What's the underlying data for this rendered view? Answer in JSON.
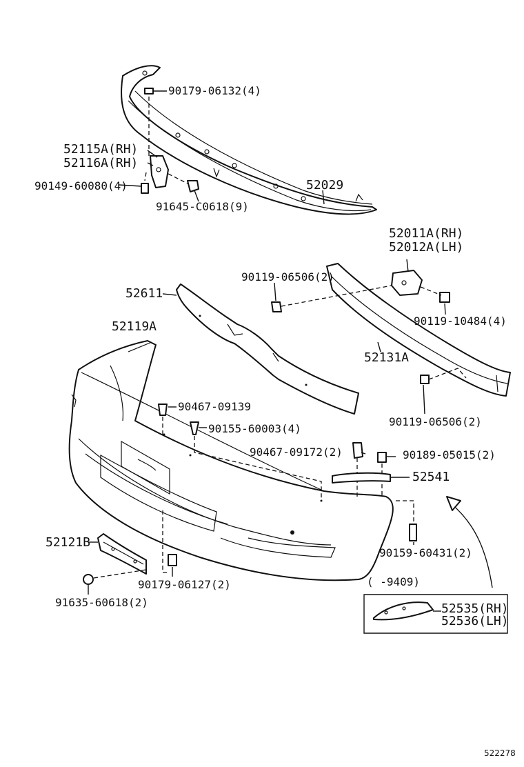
{
  "diagram_id": "522278",
  "callouts": {
    "c01": "90179-06132(4)",
    "c02": "52115A(RH)",
    "c03": "52116A(RH)",
    "c04": "90149-60080(4)",
    "c05": "91645-C0618(9)",
    "c06": "52029",
    "c07": "52011A(RH)",
    "c08": "52012A(LH)",
    "c09": "90119-06506(2)",
    "c10": "52611",
    "c11": "90119-10484(4)",
    "c12": "52119A",
    "c13": "52131A",
    "c14": "90467-09139",
    "c15": "90155-60003(4)",
    "c16": "90119-06506(2)",
    "c17": "90467-09172(2)",
    "c18": "90189-05015(2)",
    "c19": "52541",
    "c20": "52121B",
    "c21": "90159-60431(2)",
    "c22": "90179-06127(2)",
    "c23": "91635-60618(2)",
    "c24": "52535(RH)",
    "c25": "52536(LH)",
    "range_note": "(    -9409)"
  }
}
